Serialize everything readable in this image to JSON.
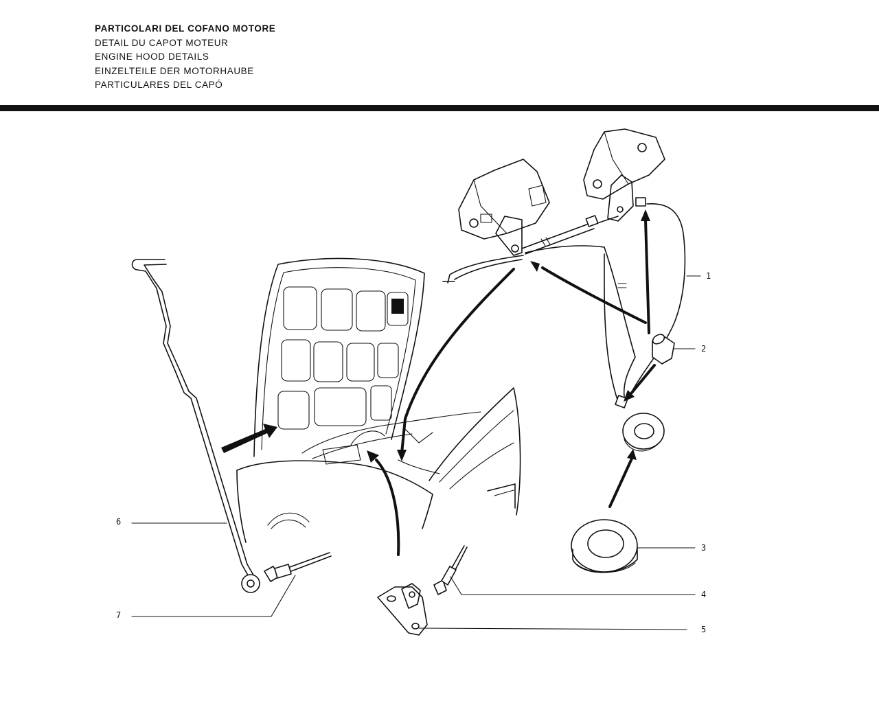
{
  "header": {
    "lines": [
      "PARTICOLARI DEL COFANO MOTORE",
      "DETAIL DU CAPOT MOTEUR",
      "ENGINE HOOD DETAILS",
      "EINZELTEILE DER MOTORHAUBE",
      "PARTICULARES DEL CAPÓ"
    ]
  },
  "callouts": [
    "1",
    "2",
    "3",
    "4",
    "5",
    "6",
    "7"
  ],
  "parts": [
    {
      "ref": "1",
      "name": "hood-release-cable-and-latches"
    },
    {
      "ref": "2",
      "name": "cable-sleeve"
    },
    {
      "ref": "3",
      "name": "grommet"
    },
    {
      "ref": "4",
      "name": "rivet"
    },
    {
      "ref": "5",
      "name": "stay-bracket"
    },
    {
      "ref": "6",
      "name": "hood-prop-rod"
    },
    {
      "ref": "7",
      "name": "rivet"
    }
  ]
}
